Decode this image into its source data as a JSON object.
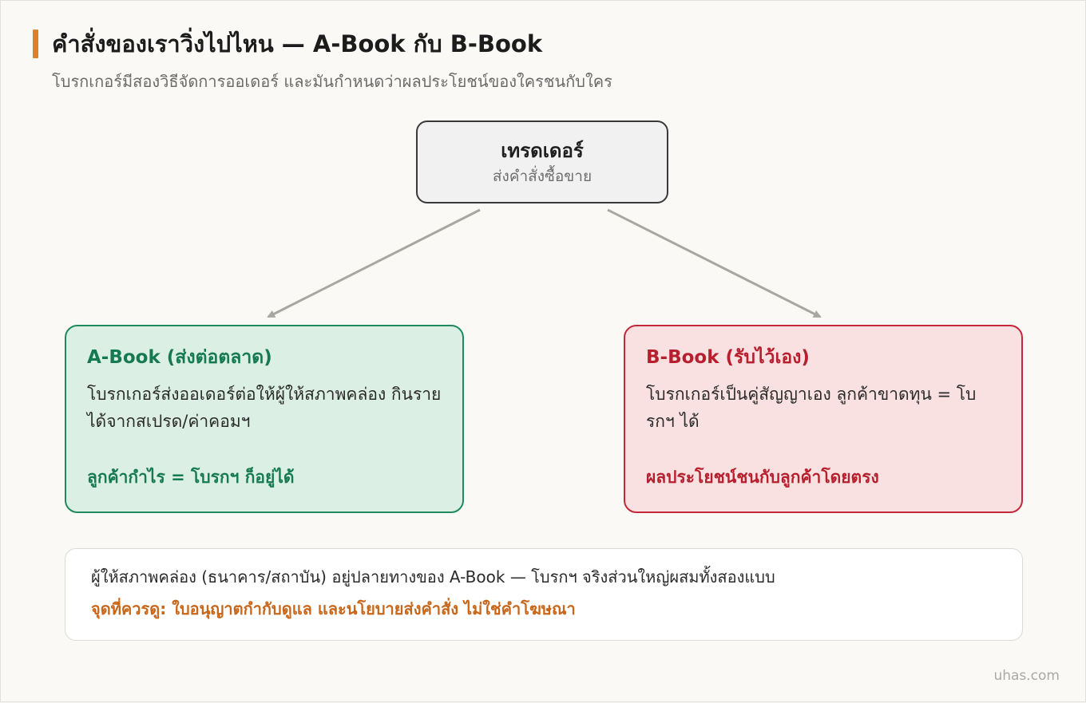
{
  "header": {
    "title": "คำสั่งของเราวิ่งไปไหน — A-Book กับ B-Book",
    "subtitle": "โบรกเกอร์มีสองวิธีจัดการออเดอร์ และมันกำหนดว่าผลประโยชน์ของใครชนกับใคร"
  },
  "trader": {
    "title": "เทรดเดอร์",
    "subtitle": "ส่งคำสั่งซื้อขาย"
  },
  "a_book": {
    "title": "A-Book (ส่งต่อตลาด)",
    "description": "โบรกเกอร์ส่งออเดอร์ต่อให้ผู้ให้สภาพคล่อง กินรายได้จากสเปรด/ค่าคอมฯ",
    "note": "ลูกค้ากำไร = โบรกฯ ก็อยู่ได้"
  },
  "b_book": {
    "title": "B-Book (รับไว้เอง)",
    "description": "โบรกเกอร์เป็นคู่สัญญาเอง ลูกค้าขาดทุน = โบรกฯ ได้",
    "note": "ผลประโยชน์ชนกับลูกค้าโดยตรง"
  },
  "info": {
    "line": "ผู้ให้สภาพคล่อง (ธนาคาร/สถาบัน) อยู่ปลายทางของ A-Book — โบรกฯ จริงส่วนใหญ่ผสมทั้งสองแบบ",
    "note": "จุดที่ควรดู: ใบอนุญาตกำกับดูแล และนโยบายส่งคำสั่ง ไม่ใช่คำโฆษณา"
  },
  "watermark": "uhas.com",
  "colors": {
    "accent": "#d9822b",
    "a_book": "#1f8a5c",
    "b_book": "#c4283a",
    "arrow": "#a8a6a1"
  }
}
